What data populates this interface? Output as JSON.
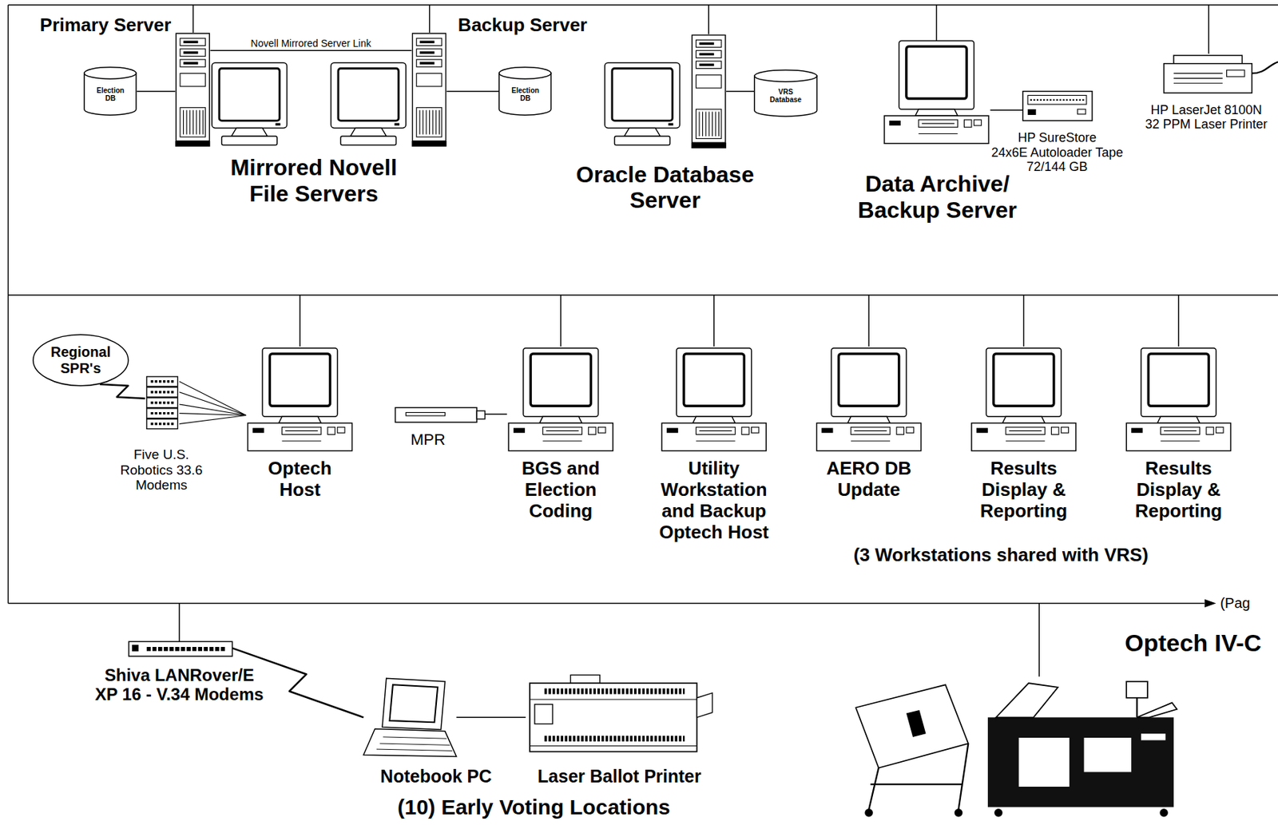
{
  "diagram": {
    "nodes": [
      {
        "text": [
          "Election DB"
        ]
      },
      {
        "text": [
          "Primary Server"
        ]
      },
      {
        "text": [
          "Backup Server"
        ]
      },
      {
        "text": [
          "Election DB"
        ]
      },
      {
        "text": [
          "Oracle Database Server"
        ]
      },
      {
        "text": [
          "VRS Database"
        ]
      },
      {
        "text": [
          "Data Archive/ Backup Server"
        ]
      },
      {
        "text": [
          "HP SureStore",
          "24x6E Autoloader Tape",
          "72/144 GB"
        ]
      },
      {
        "text": [
          "HP LaserJet 8100N",
          "32 PPM Laser Printer"
        ]
      },
      {
        "text": [
          "Regional SPR's"
        ]
      },
      {
        "text": [
          "Five U.S. Robotics 33.6 Modems"
        ]
      },
      {
        "text": [
          "Optech Host"
        ]
      },
      {
        "text": [
          "MPR"
        ]
      },
      {
        "text": [
          "BGS and Election Coding"
        ]
      },
      {
        "text": [
          "Utility Workstation and Backup Optech Host"
        ]
      },
      {
        "text": [
          "AERO DB Update"
        ]
      },
      {
        "text": [
          "Results Display & Reporting"
        ]
      },
      {
        "text": [
          "Results Display & Reporting"
        ]
      },
      {
        "text": [
          "Shiva LANRover/E XP 16 - V.34 Modems"
        ]
      },
      {
        "text": [
          "Notebook PC"
        ]
      },
      {
        "text": [
          "Laser Ballot Printer"
        ]
      },
      {
        "text": [
          "Optech IV-C"
        ]
      }
    ],
    "edges": [
      {
        "from": 0,
        "to": 1,
        "arrow": "none"
      },
      {
        "from": 1,
        "to": 2,
        "label": "Novell Mirrored Server Link",
        "arrow": "none"
      },
      {
        "from": 2,
        "to": 3,
        "arrow": "none"
      },
      {
        "from": 4,
        "to": 5,
        "arrow": "none"
      },
      {
        "from": 6,
        "to": 7,
        "arrow": "none"
      },
      {
        "from": 9,
        "to": 10,
        "arrow": "none"
      },
      {
        "from": 10,
        "to": 11,
        "arrow": "none"
      },
      {
        "from": 12,
        "to": 13,
        "arrow": "none"
      },
      {
        "from": 18,
        "to": 19,
        "arrow": "none"
      },
      {
        "from": 19,
        "to": 20,
        "arrow": "none"
      }
    ],
    "labels": [
      "Mirrored Novell File Servers",
      "(3 Workstations shared with VRS)",
      "(Pag",
      "(10) Early Voting Locations"
    ]
  }
}
